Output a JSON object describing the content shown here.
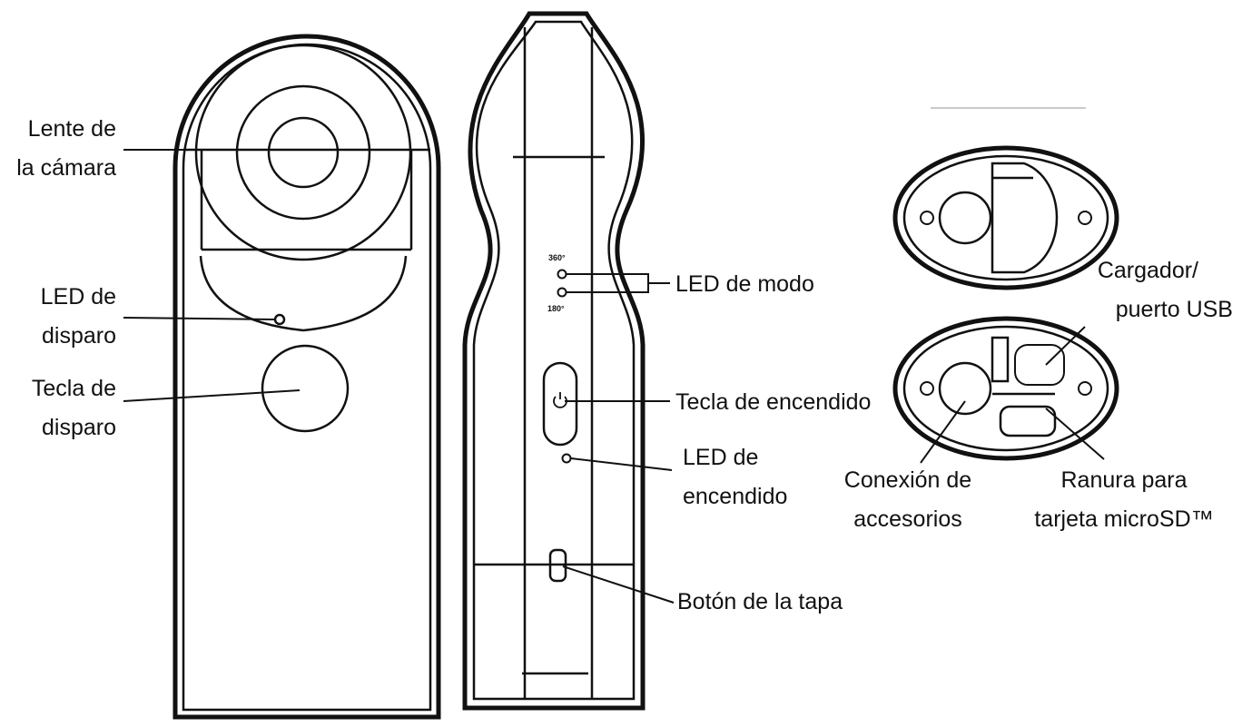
{
  "labels": {
    "lens": [
      "Lente de",
      "la cámara"
    ],
    "shutter_led": [
      "LED de",
      "disparo"
    ],
    "shutter_key": [
      "Tecla de",
      "disparo"
    ],
    "mode_led": "LED de modo",
    "power_key": "Tecla de encendido",
    "power_led": [
      "LED de",
      "encendido"
    ],
    "cover_button": "Botón de la tapa",
    "charger_port": [
      "Cargador/",
      "puerto USB"
    ],
    "accessory_connection": [
      "Conexión de",
      "accesorios"
    ],
    "microsd_slot": [
      "Ranura para",
      "tarjeta microSD™"
    ]
  },
  "mode_marks": {
    "top": "360°",
    "bottom": "180°"
  },
  "colors": {
    "line": "#111111",
    "background": "#ffffff"
  }
}
